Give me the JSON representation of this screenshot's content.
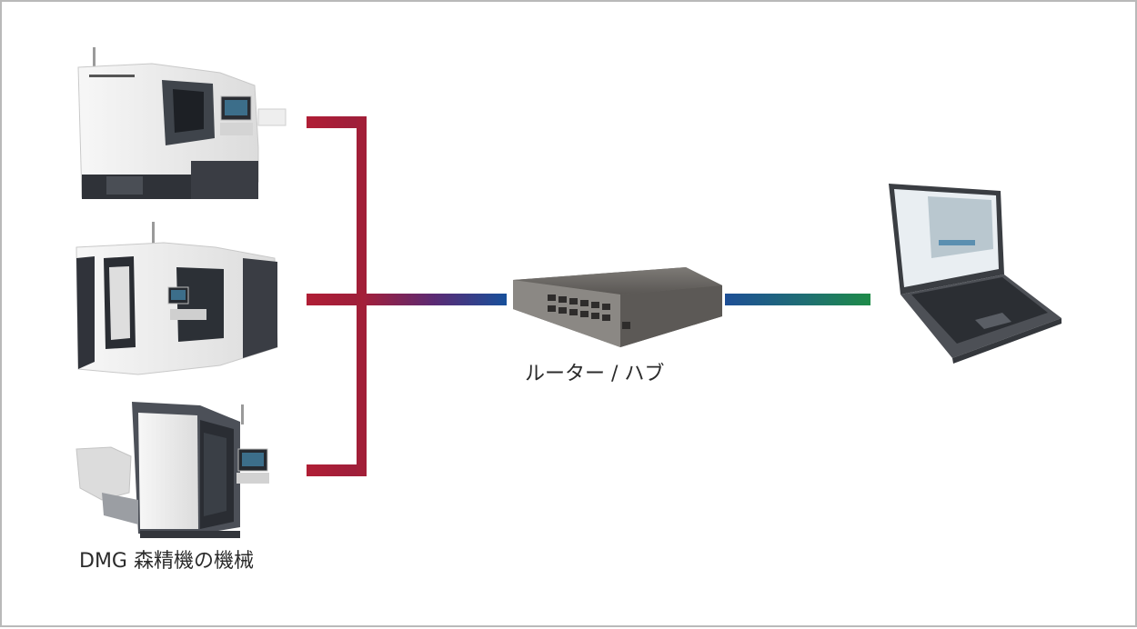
{
  "labels": {
    "router": "ルーター / ハブ",
    "machines": "DMG 森精機の機械"
  },
  "colors": {
    "machine_link": "#b01e35",
    "router_in": "#1f4f9a",
    "pc_link": "#1f8a4c",
    "frame": "#b9b9b9"
  },
  "nodes": {
    "machines": [
      "lathe-machine",
      "milling-machine",
      "turn-mill-machine"
    ],
    "router": "router-hub",
    "pc": "laptop-pc"
  }
}
